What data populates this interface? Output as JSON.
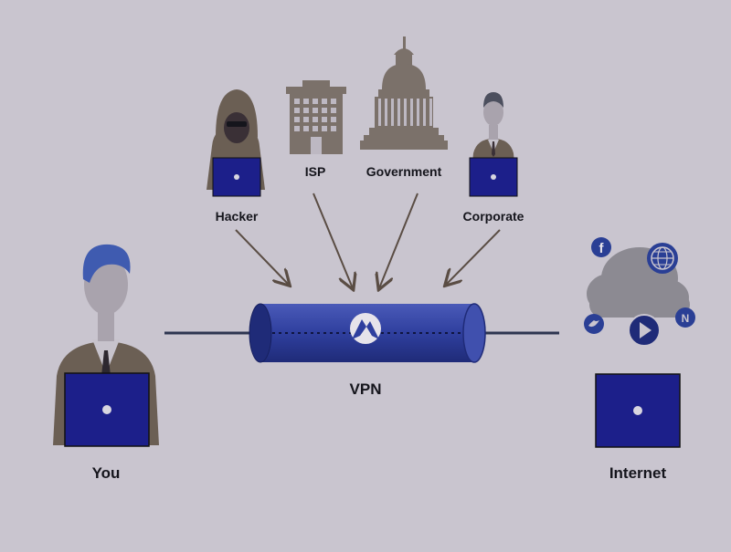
{
  "colors": {
    "background": "#c9c5cf",
    "tunnel_blue": "#2f3f9e",
    "tunnel_dark": "#1f2b78",
    "laptop_blue": "#1c1f8a",
    "person_brown": "#6b5f54",
    "skin": "#a9a3ad",
    "cloud": "#8c8a92",
    "line": "#2d3550",
    "arrow": "#5a4d44"
  },
  "icons": {
    "you": "person-laptop-icon",
    "hacker": "hooded-hacker-icon",
    "isp": "office-building-icon",
    "government": "capitol-dome-icon",
    "corporate": "businessman-icon",
    "internet": "cloud-laptop-icon",
    "vpn": "nordvpn-logo-icon"
  },
  "labels": {
    "hacker": "Hacker",
    "isp": "ISP",
    "government": "Government",
    "corporate": "Corporate",
    "vpn": "VPN",
    "you": "You",
    "internet": "Internet"
  },
  "social": {
    "facebook": "f",
    "twitter": "twitter-icon",
    "web": "globe-icon",
    "play": "play-icon",
    "n": "N"
  }
}
